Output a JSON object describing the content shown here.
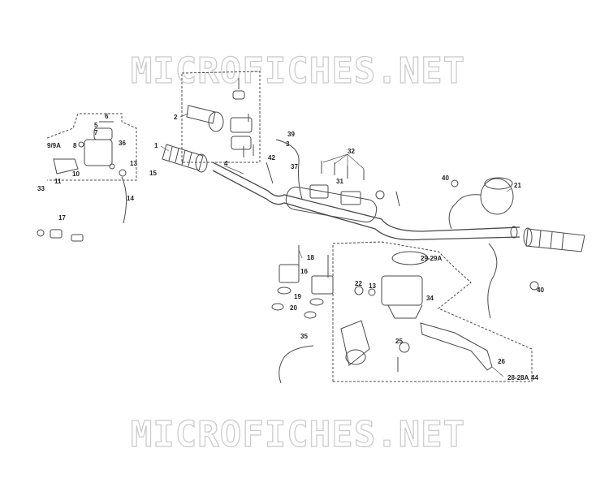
{
  "watermark": {
    "top_text": "MICROFICHES.NET",
    "bottom_text": "MICROFICHES.NET"
  },
  "callouts": [
    "1",
    "2",
    "3",
    "4",
    "5",
    "6",
    "7",
    "8",
    "9/9A",
    "10",
    "11",
    "13",
    "14",
    "15",
    "17",
    "33",
    "36",
    "39",
    "42",
    "37",
    "32",
    "31",
    "40",
    "21",
    "18",
    "16",
    "19",
    "20",
    "22",
    "13",
    "29-29A",
    "34",
    "35",
    "25",
    "26",
    "28-28A",
    "44",
    "40"
  ],
  "colors": {
    "line": "#4a4a4a",
    "watermark_stroke": "#c9c9c9"
  }
}
